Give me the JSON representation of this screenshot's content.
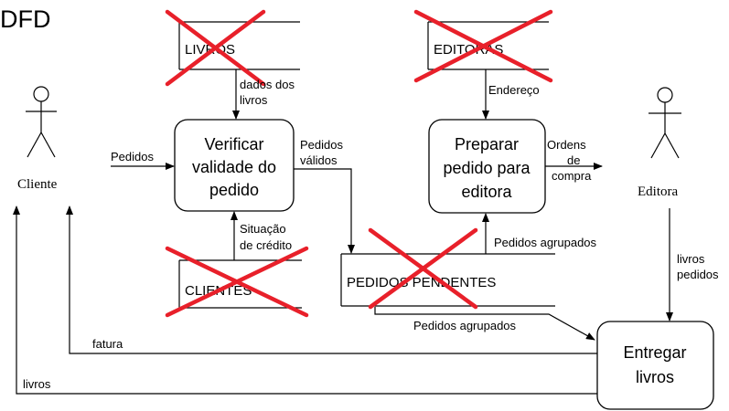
{
  "title": "DFD",
  "actors": {
    "cliente": "Cliente",
    "editora": "Editora"
  },
  "processes": {
    "verificar": [
      "Verificar",
      "validade do",
      "pedido"
    ],
    "preparar": [
      "Preparar",
      "pedido para",
      "editora"
    ],
    "entregar": [
      "Entregar",
      "livros"
    ]
  },
  "stores": {
    "livros": "LIVROS",
    "editoras": "EDITORAS",
    "clientes": "CLIENTES",
    "pedidos_pendentes": "PEDIDOS PENDENTES"
  },
  "flows": {
    "dados_livros": [
      "dados dos",
      "livros"
    ],
    "endereco": "Endereço",
    "pedidos": "Pedidos",
    "pedidos_validos": [
      "Pedidos",
      "válidos"
    ],
    "ordens_compra": [
      "Ordens",
      "de",
      "compra"
    ],
    "situacao_credito": [
      "Situação",
      "de crédito"
    ],
    "pedidos_agrupados_top": "Pedidos agrupados",
    "pedidos_agrupados_bottom": "Pedidos agrupados",
    "livros_pedidos": [
      "livros",
      "pedidos"
    ],
    "fatura": "fatura",
    "livros": "livros"
  },
  "colors": {
    "cross": "#e8202a",
    "line": "#000000"
  }
}
